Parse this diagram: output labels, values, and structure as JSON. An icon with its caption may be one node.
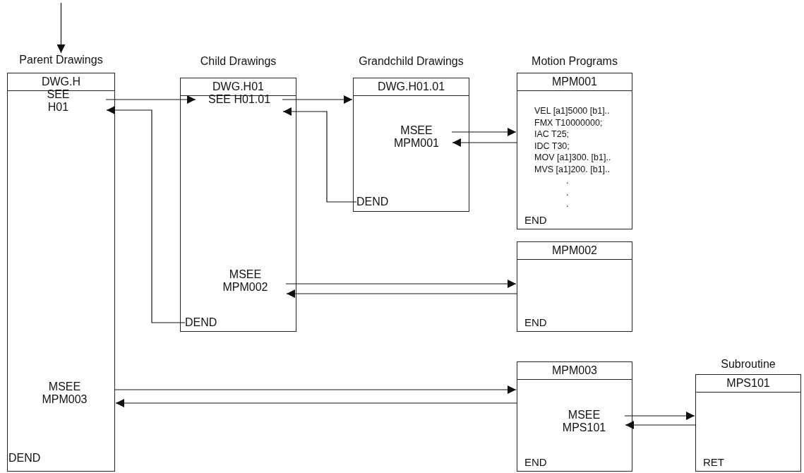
{
  "diagram": {
    "nodes": [
      {
        "text": [
          "Parent Drawings",
          "DWG.H"
        ]
      },
      {
        "text": [
          "SEE H01"
        ],
        "in": 0
      },
      {
        "text": [
          "MSEE MPM003"
        ],
        "in": 0
      },
      {
        "text": [
          "DEND"
        ],
        "in": 0
      },
      {
        "text": [
          "Child Drawings",
          "DWG.H01"
        ]
      },
      {
        "text": [
          "SEE H01.01"
        ],
        "in": 4
      },
      {
        "text": [
          "MSEE MPM002"
        ],
        "in": 4
      },
      {
        "text": [
          "DEND"
        ],
        "in": 4
      },
      {
        "text": [
          "Grandchild Drawings",
          "DWG.H01.01"
        ]
      },
      {
        "text": [
          "MSEE MPM001"
        ],
        "in": 8
      },
      {
        "text": [
          "DEND"
        ],
        "in": 8
      },
      {
        "text": [
          "Motion Programs",
          "MPM001",
          "VEL [a1]5000 [b1]..",
          "FMX T10000000;",
          "IAC T25;",
          "IDC T30;",
          "MOV [a1]300. [b1]..",
          "MVS [a1]200. [b1]..",
          ".",
          ".",
          ".",
          "END"
        ]
      },
      {
        "text": [
          "MPM002",
          "END"
        ]
      },
      {
        "text": [
          "MPM003",
          "END"
        ]
      },
      {
        "text": [
          "MSEE MPS101"
        ],
        "in": 13
      },
      {
        "text": [
          "Subroutine",
          "MPS101",
          "RET"
        ]
      }
    ],
    "edges": [
      {
        "from": null,
        "to": 0,
        "arrow": "to"
      },
      {
        "from": 1,
        "to": 5,
        "arrow": "to"
      },
      {
        "from": 7,
        "to": 1,
        "arrow": "to"
      },
      {
        "from": 5,
        "to": 8,
        "arrow": "to"
      },
      {
        "from": 10,
        "to": 5,
        "arrow": "to"
      },
      {
        "from": 9,
        "to": 11,
        "arrow": "to"
      },
      {
        "from": 11,
        "to": 9,
        "arrow": "to"
      },
      {
        "from": 6,
        "to": 12,
        "arrow": "to"
      },
      {
        "from": 12,
        "to": 6,
        "arrow": "to"
      },
      {
        "from": 2,
        "to": 13,
        "arrow": "to"
      },
      {
        "from": 13,
        "to": 2,
        "arrow": "to"
      },
      {
        "from": 14,
        "to": 15,
        "arrow": "to"
      },
      {
        "from": 15,
        "to": 14,
        "arrow": "to"
      }
    ]
  }
}
